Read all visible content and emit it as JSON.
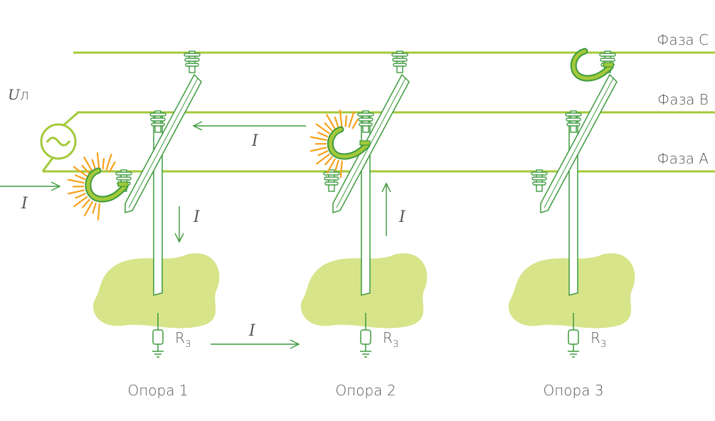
{
  "colors": {
    "line": "#a3c93a",
    "structure": "#3d9a3d",
    "ground": "#d7e48a",
    "arc": "#f7a11a",
    "text": "#555555"
  },
  "phases": [
    {
      "id": "c",
      "label": "Фаза С"
    },
    {
      "id": "b",
      "label": "Фаза В"
    },
    {
      "id": "a",
      "label": "Фаза А"
    }
  ],
  "source": {
    "label_main": "U",
    "label_sub": "л",
    "icon": "ac-source-icon"
  },
  "current_symbol": "I",
  "supports": [
    {
      "id": 1,
      "label": "Опора 1",
      "resistor_main": "R",
      "resistor_sub": "З",
      "fault": "phase-a-arc"
    },
    {
      "id": 2,
      "label": "Опора 2",
      "resistor_main": "R",
      "resistor_sub": "З",
      "fault": "phase-b-arc"
    },
    {
      "id": 3,
      "label": "Опора 3",
      "resistor_main": "R",
      "resistor_sub": "З",
      "fault": "phase-c-intact-insulator"
    }
  ]
}
